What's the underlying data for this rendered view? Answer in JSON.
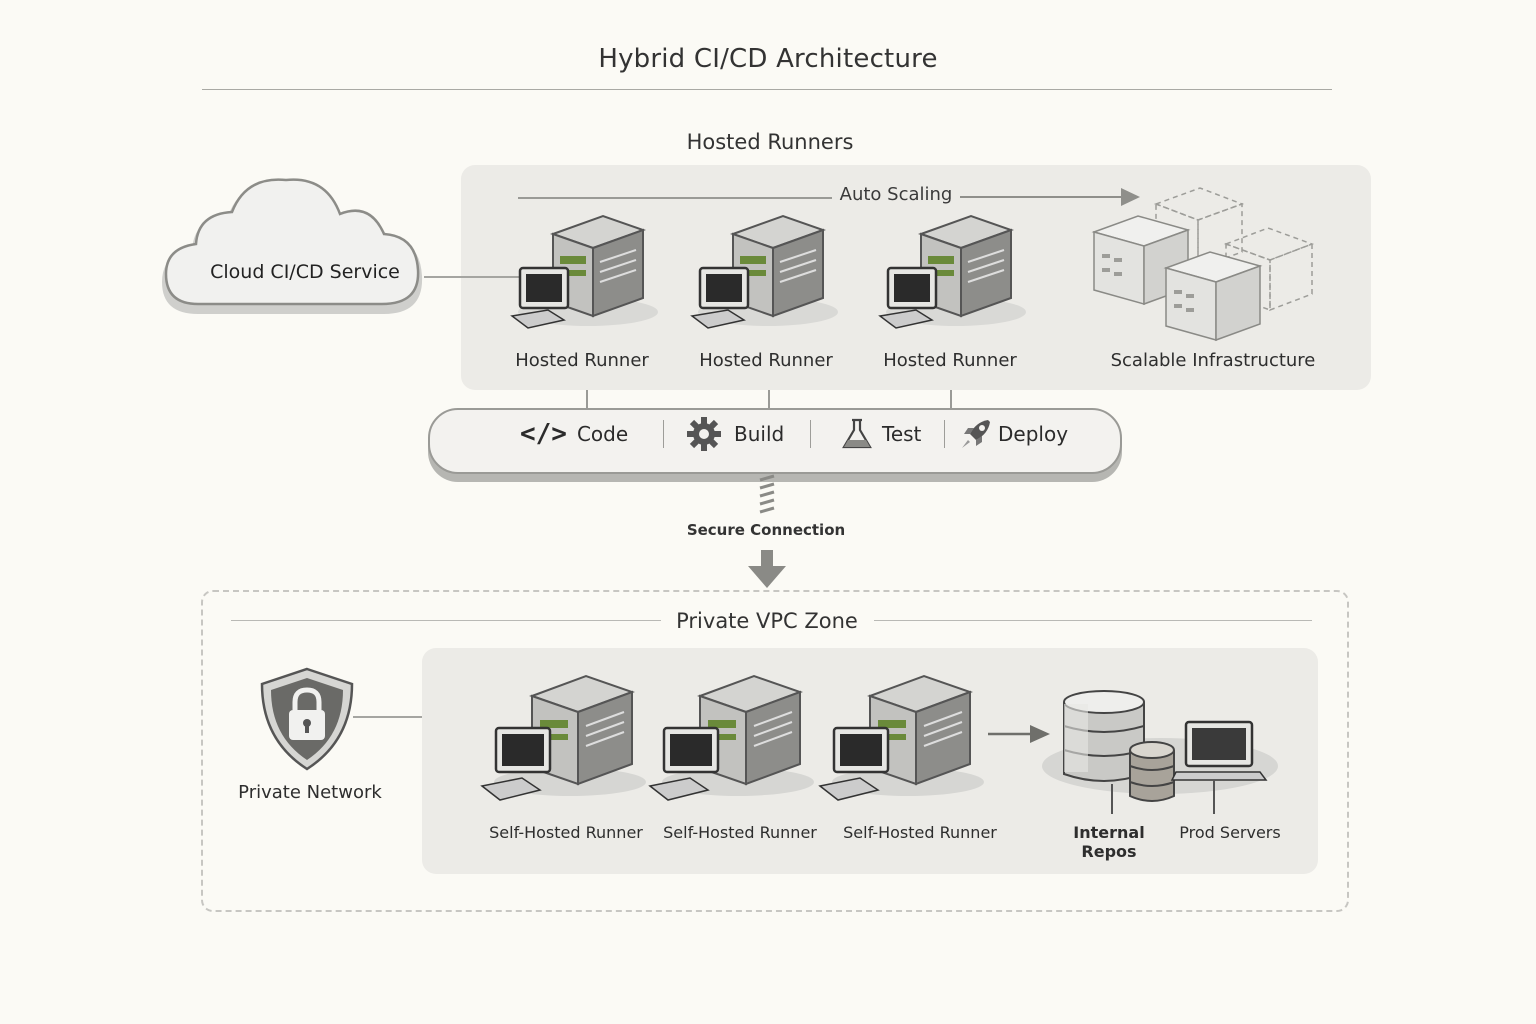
{
  "title": "Hybrid CI/CD Architecture",
  "hosted_section": {
    "heading": "Hosted Runners",
    "auto_scaling": "Auto Scaling",
    "runners": [
      "Hosted Runner",
      "Hosted Runner",
      "Hosted Runner"
    ],
    "scalable": "Scalable Infrastructure"
  },
  "cloud": {
    "label": "Cloud CI/CD Service"
  },
  "pipeline": {
    "stages": [
      {
        "label": "Code",
        "icon": "code-icon"
      },
      {
        "label": "Build",
        "icon": "gear-icon"
      },
      {
        "label": "Test",
        "icon": "flask-icon"
      },
      {
        "label": "Deploy",
        "icon": "rocket-icon"
      }
    ],
    "code_glyph": "</>"
  },
  "secure_connection": "Secure Connection",
  "private_zone": {
    "heading": "Private VPC Zone",
    "network_label": "Private Network",
    "runners": [
      "Self-Hosted Runner",
      "Self-Hosted Runner",
      "Self-Hosted Runner"
    ],
    "repos": "Internal Repos",
    "prod": "Prod Servers"
  }
}
